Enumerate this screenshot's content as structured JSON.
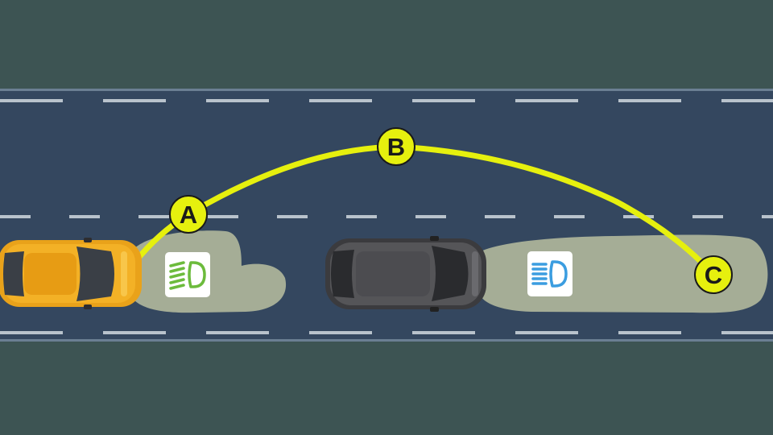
{
  "colors": {
    "verge": "#3d5453",
    "road": "#34475f",
    "road_edge": "#6b7f93",
    "lane_mark": "#b9c3cc",
    "beam": "#a5ad96",
    "path": "#e6f00e",
    "point_fill": "#e6f00e",
    "yellow_car": "#f0a91c",
    "grey_car": "#4a4a4d",
    "low_beam_icon": "#6cbb3c",
    "high_beam_icon": "#3b9de0"
  },
  "points": [
    {
      "label": "A"
    },
    {
      "label": "B"
    },
    {
      "label": "C"
    }
  ],
  "icons": {
    "low_beam": "low-beam-headlight-icon",
    "high_beam": "high-beam-headlight-icon"
  }
}
